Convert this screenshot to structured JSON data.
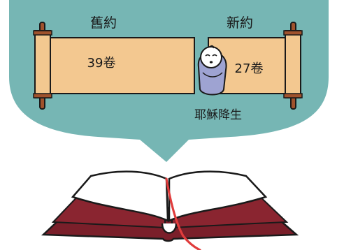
{
  "old_testament": {
    "title": "舊約",
    "count": "39卷"
  },
  "new_testament": {
    "title": "新約",
    "count": "27卷"
  },
  "caption": "耶穌降生",
  "colors": {
    "bubble": "#76b6b4",
    "scroll_paper": "#f3c890",
    "scroll_rod": "#a0522d",
    "baby_swaddle": "#9ea3d2",
    "bible_cover": "#7a1f2a",
    "ribbon": "#e03c3c"
  }
}
